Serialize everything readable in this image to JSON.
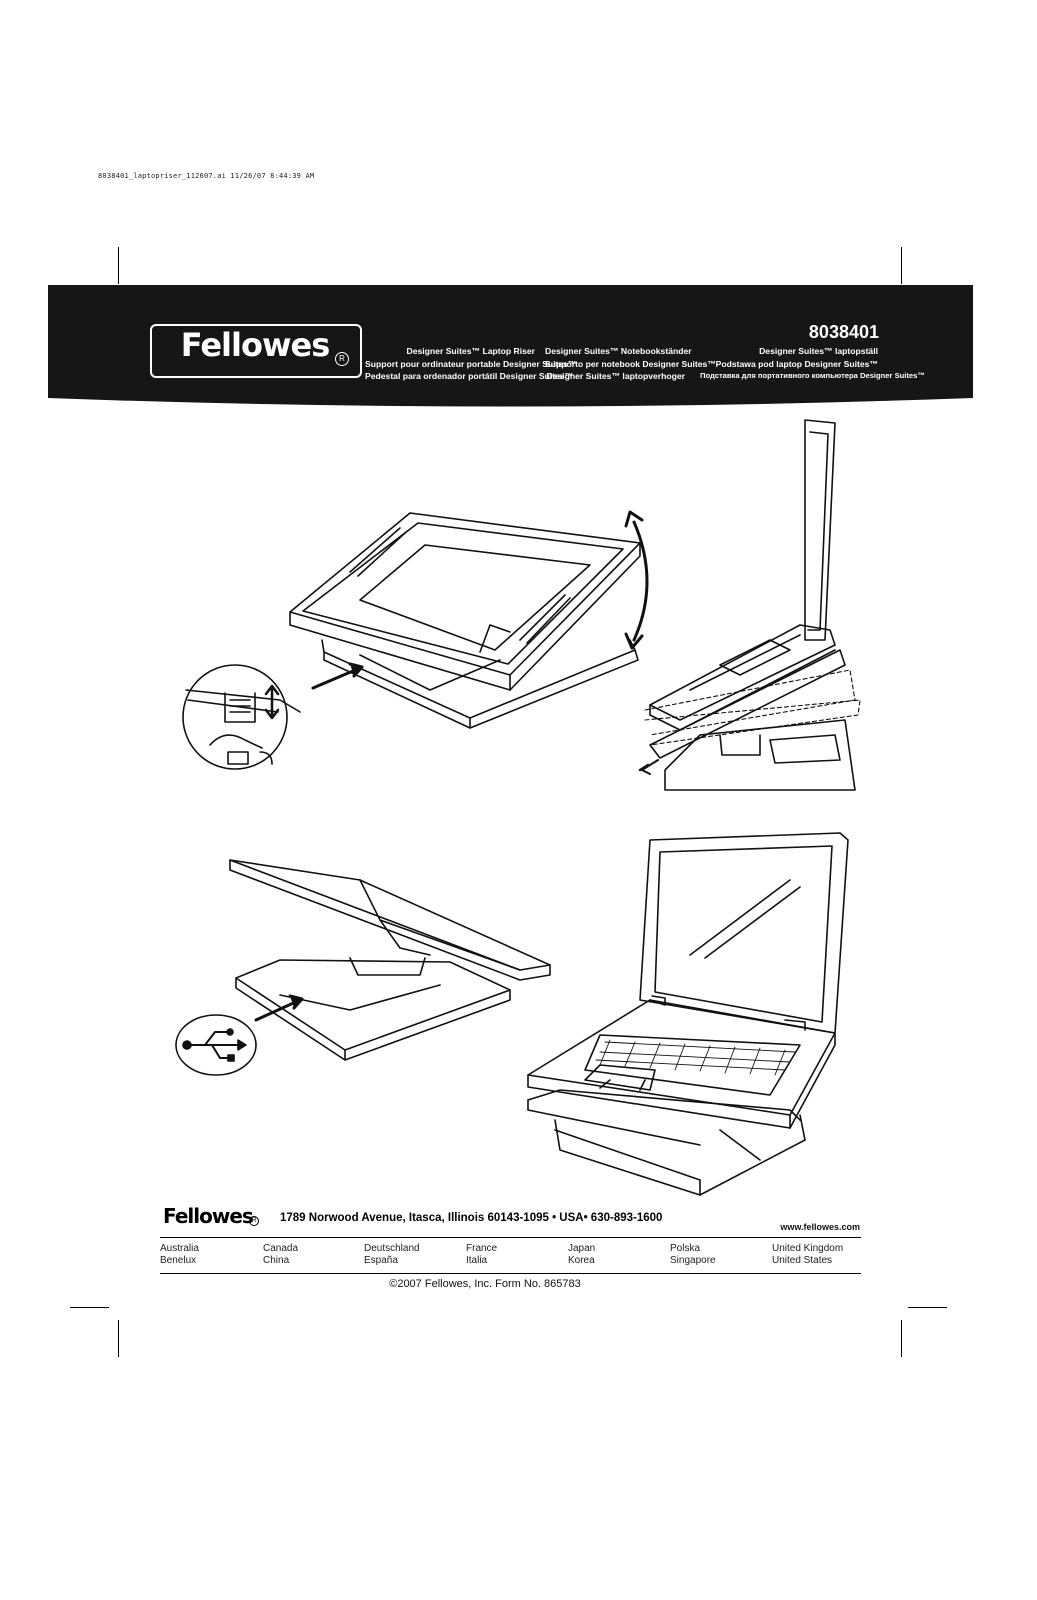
{
  "slug_line": "8038401_laptopriser_112607.ai   11/26/07   8:44:39 AM",
  "brand": {
    "logo_text": "Fellowes",
    "registered_mark": "R"
  },
  "header": {
    "model_number": "8038401",
    "column1": [
      "Designer Suites™ Laptop Riser",
      "Support pour ordinateur portable Designer Suites™",
      "Pedestal para ordenador portátil Designer Suites™"
    ],
    "column2": [
      "Designer Suites™ Notebookständer",
      "Supporto per notebook Designer Suites™",
      "Designer Suites™ laptopverhoger"
    ],
    "column3": [
      "Designer Suites™ laptopställ",
      "Podstawa pod laptop Designer Suites™",
      "Подставка для портативного компьютера Designer Suites™"
    ]
  },
  "footer": {
    "address": "1789 Norwood Avenue, Itasca, Illinois 60143-1095 • USA• 630-893-1600",
    "website": "www.fellowes.com",
    "countries": [
      [
        "Australia",
        "Benelux"
      ],
      [
        "Canada",
        "China"
      ],
      [
        "Deutschland",
        "España"
      ],
      [
        "France",
        "Italia"
      ],
      [
        "Japan",
        "Korea"
      ],
      [
        "Polska",
        "Singapore"
      ],
      [
        "United Kingdom",
        "United States"
      ]
    ],
    "copyright": "©2007 Fellowes, Inc.   Form No. 865783"
  },
  "colors": {
    "banner": "#161616",
    "line": "#111111",
    "paper": "#ffffff"
  }
}
